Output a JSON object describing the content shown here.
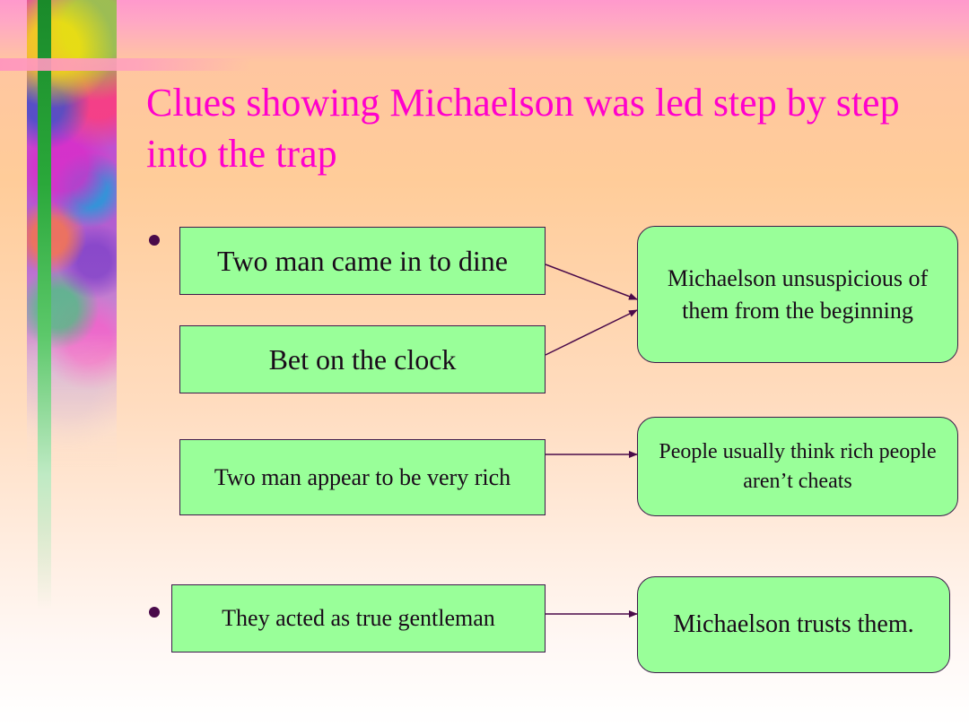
{
  "slide": {
    "title": "Clues showing Michaelson was led step by step into the trap",
    "clues": [
      "Two man came in to dine",
      "Bet on the clock",
      "Two man appear to be very rich",
      "They acted as true gentleman"
    ],
    "conclusions": [
      "Michaelson unsuspicious of them from the beginning",
      "People usually think rich people aren’t cheats",
      "Michaelson trusts them."
    ]
  },
  "colors": {
    "title": "#ff00cc",
    "box_fill": "#99ff99",
    "box_border": "#3d1a4a",
    "arrow": "#4a0a4a"
  }
}
